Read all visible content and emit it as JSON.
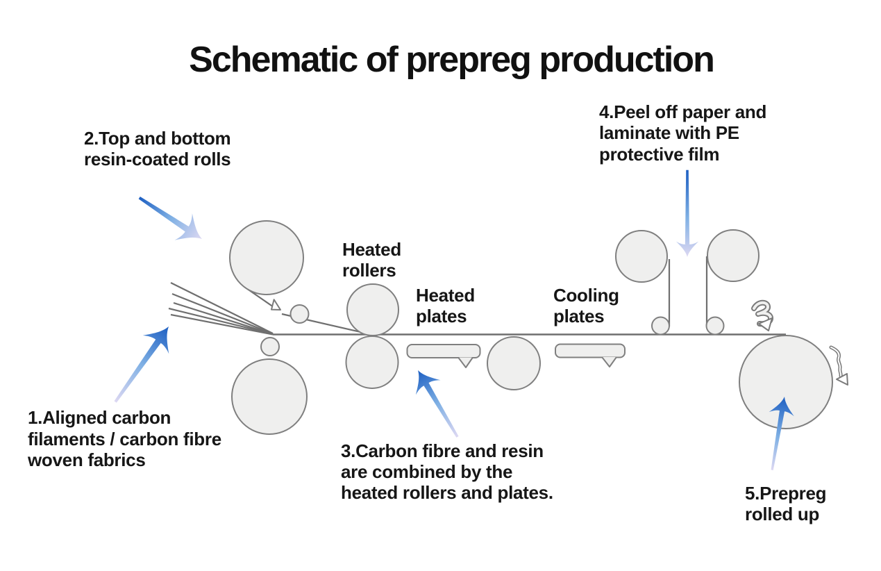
{
  "title": "Schematic of prepreg production",
  "annotations": {
    "step1": [
      "1.Aligned carbon",
      "filaments / carbon fibre",
      "woven fabrics"
    ],
    "step2": [
      "2.Top and bottom",
      "resin-coated rolls"
    ],
    "step3": [
      "3.Carbon fibre and resin",
      "are combined by the",
      "heated rollers and plates."
    ],
    "step4": [
      "4.Peel off paper and",
      "laminate with PE",
      "protective film"
    ],
    "step5": [
      "5.Prepreg",
      "rolled up"
    ],
    "heated_rollers": [
      "Heated",
      "rollers"
    ],
    "heated_plates": [
      "Heated",
      "plates"
    ],
    "cooling_plates": [
      "Cooling",
      "plates"
    ]
  },
  "colors": {
    "background": "#ffffff",
    "text": "#161616",
    "shape_fill": "#efefee",
    "shape_stroke": "#7f7f7f",
    "web_line": "#6f6f6f",
    "arrow_dark": "#1d5fc2",
    "arrow_mid": "#7fb0e4",
    "arrow_light": "#ddd8f2"
  }
}
